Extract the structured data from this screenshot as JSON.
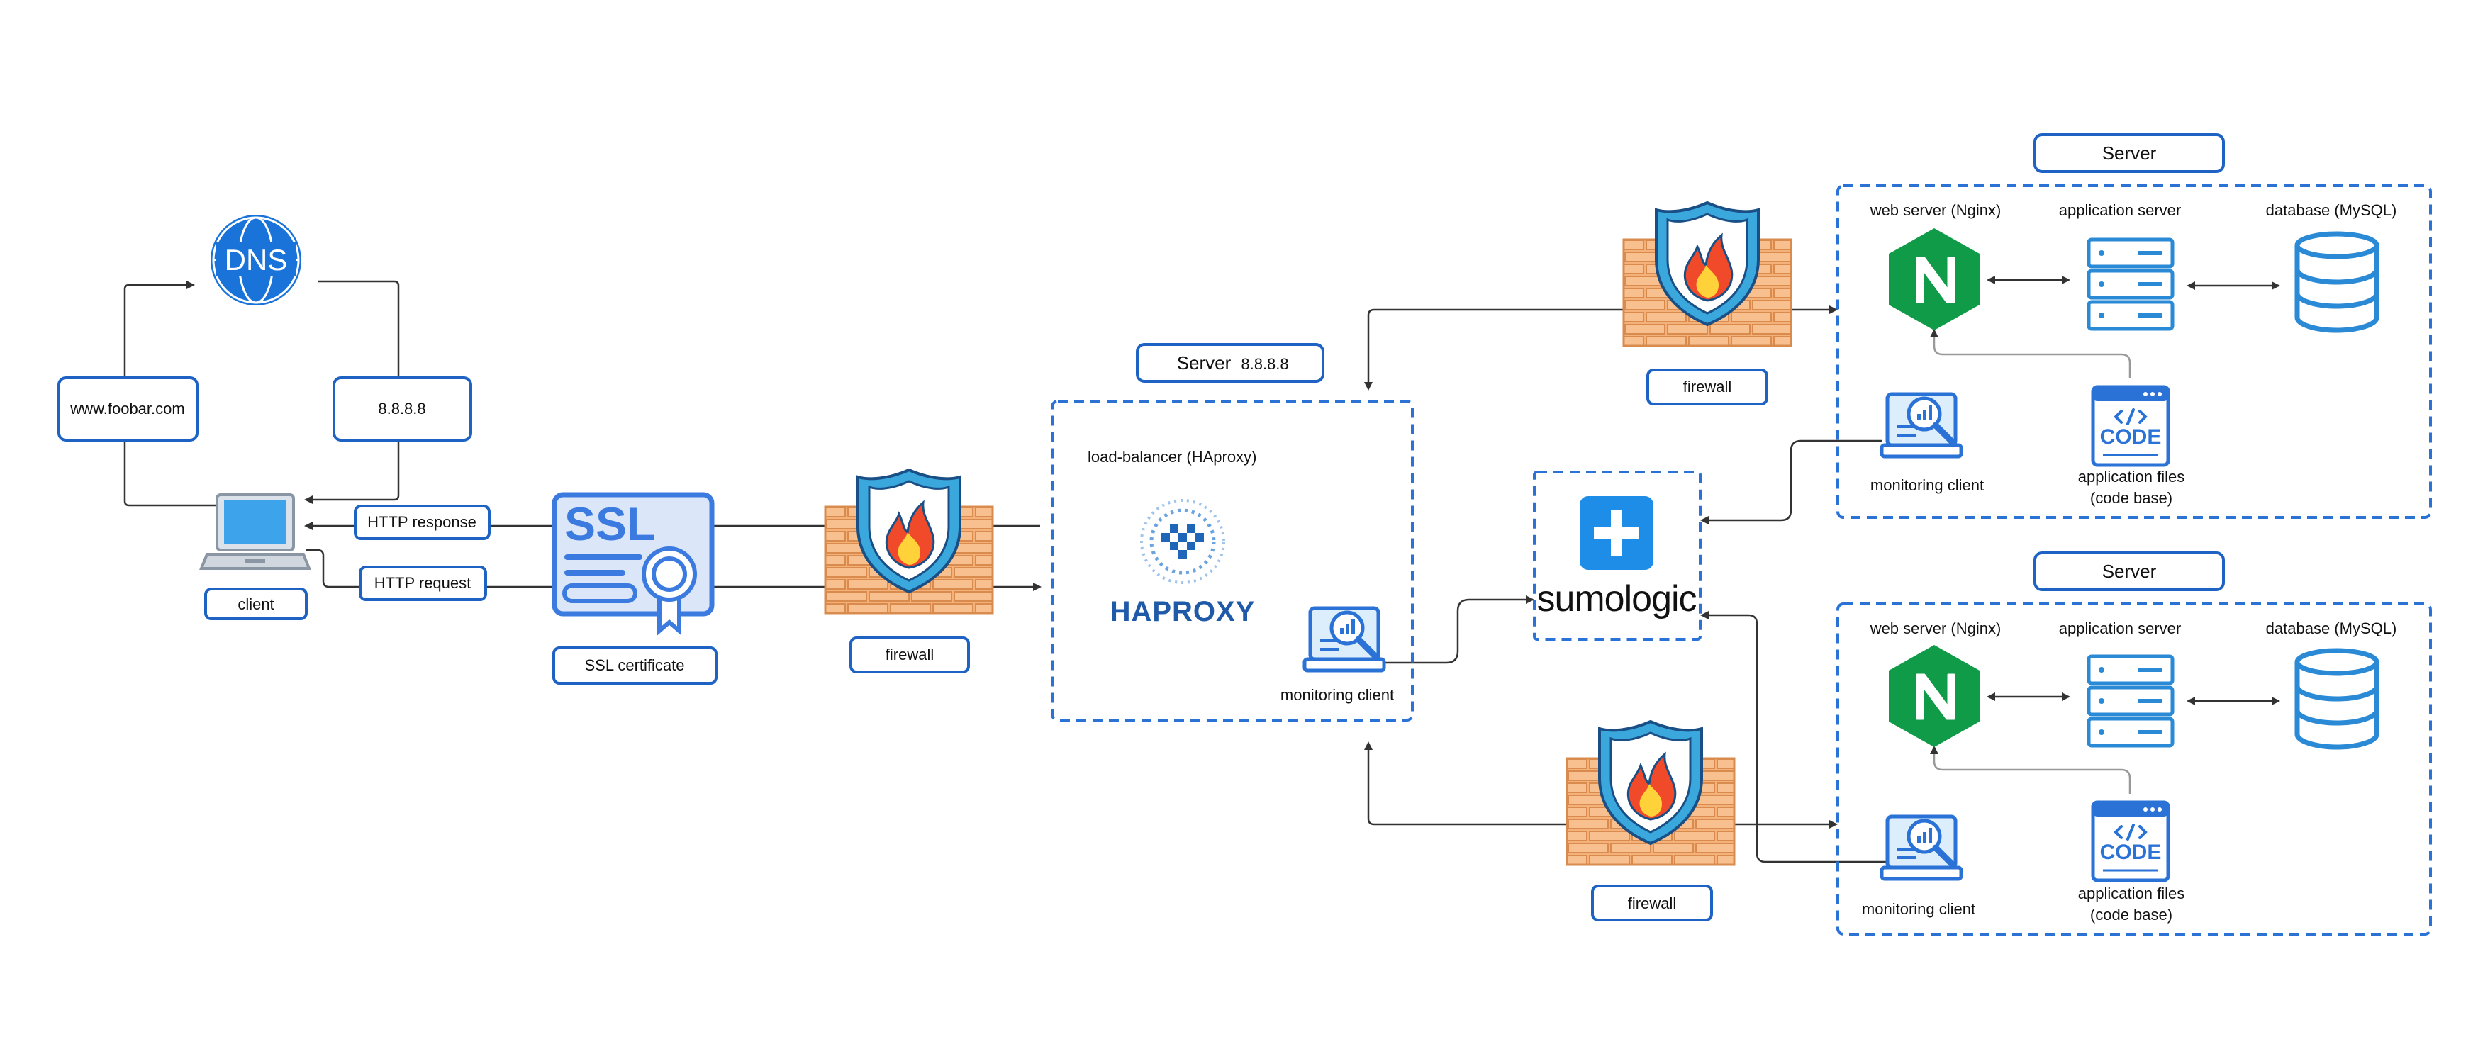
{
  "dns": {
    "label": "DNS",
    "domain": "www.foobar.com",
    "ip": "8.8.8.8"
  },
  "client": {
    "label": "client",
    "http_response": "HTTP response",
    "http_request": "HTTP request"
  },
  "ssl": {
    "badge": "SSL",
    "label": "SSL certificate"
  },
  "firewall_label": "firewall",
  "lb_server": {
    "title": "Server",
    "ip": "8.8.8.8",
    "lb_label": "load-balancer (HAproxy)",
    "haproxy_logo": "HAPROXY",
    "monitoring": "monitoring client"
  },
  "sumologic": {
    "logo": "sumologic"
  },
  "servers": [
    {
      "title": "Server",
      "web": "web server (Nginx)",
      "app": "application server",
      "db": "database (MySQL)",
      "monitoring": "monitoring client",
      "files_line1": "application files",
      "files_line2": "(code base)",
      "code_badge": "CODE"
    },
    {
      "title": "Server",
      "web": "web server (Nginx)",
      "app": "application server",
      "db": "database (MySQL)",
      "monitoring": "monitoring client",
      "files_line1": "application files",
      "files_line2": "(code base)",
      "code_badge": "CODE"
    }
  ],
  "colors": {
    "accent_blue": "#1e63c4",
    "dns_blue": "#1a73d9",
    "nginx_green": "#109b48",
    "brick": "#f4b27a",
    "shield": "#3aa8dc",
    "flame": "#f04a2a"
  }
}
